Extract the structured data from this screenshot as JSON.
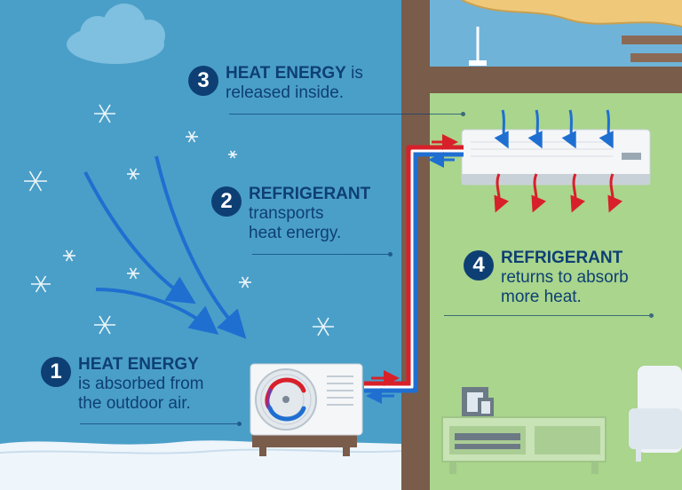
{
  "steps": [
    {
      "num": "1",
      "highlight": "HEAT ENERGY",
      "rest1": "is absorbed from",
      "rest2": "the outdoor air."
    },
    {
      "num": "2",
      "highlight": "REFRIGERANT",
      "rest1": "transports",
      "rest2": "heat energy."
    },
    {
      "num": "3",
      "highlight": "HEAT ENERGY",
      "highlight_suffix": " is",
      "rest1": "released inside."
    },
    {
      "num": "4",
      "highlight": "REFRIGERANT",
      "rest1": "returns to absorb",
      "rest2": "more heat."
    }
  ],
  "icons": [
    "cloud-icon",
    "snowflake-icon",
    "wind-arrow-icon",
    "fan-icon",
    "heat-arrow-icon",
    "cold-arrow-icon",
    "picture-frame-icon",
    "armchair-icon"
  ],
  "colors": {
    "sky": "#4a9fc8",
    "wall": "#7a5c4a",
    "room": "#a9d58c",
    "refrigerant_hot": "#d8202a",
    "refrigerant_cold": "#1f6fd1",
    "text": "#0e3f74",
    "snow": "#eef5fb"
  }
}
